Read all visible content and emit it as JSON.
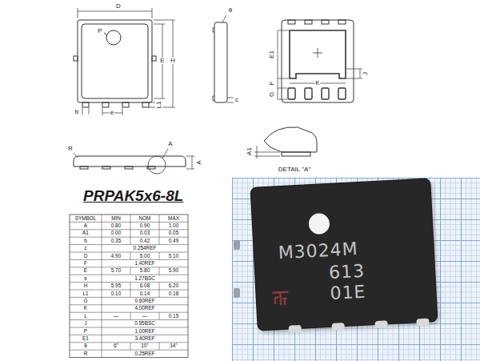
{
  "diagram": {
    "title": "PRPAK5x6-8L",
    "nodes": [
      {
        "text": [
          "M3024M",
          "613",
          "01E"
        ]
      }
    ],
    "labels": [
      "D",
      "P",
      "E",
      "H",
      "b",
      "e",
      "L1",
      "θ",
      "c",
      "E1",
      "J",
      "K",
      "F",
      "G",
      "R",
      "A",
      "A",
      "A1",
      "DETAIL \"A\"",
      "SYMBOL",
      "MIN",
      "NOM",
      "MAX",
      "A",
      "0.80",
      "0.90",
      "1.00",
      "A1",
      "0.00",
      "0.03",
      "0.05",
      "b",
      "0.35",
      "0.42",
      "0.49",
      "c",
      "0.254REF",
      "D",
      "4.90",
      "5.00",
      "5.10",
      "F",
      "1.40REF",
      "E",
      "5.70",
      "5.80",
      "5.90",
      "e",
      "1.27BSC",
      "H",
      "5.95",
      "6.08",
      "6.20",
      "L1",
      "0.10",
      "0.14",
      "0.18",
      "G",
      "0.60REF",
      "K",
      "4.00REF",
      "L",
      "—",
      "—",
      "0.15",
      "J",
      "0.95BSC",
      "P",
      "1.00REF",
      "E1",
      "3.40REF",
      "θ",
      "6°",
      "10°",
      "14°",
      "R",
      "0.25REF"
    ]
  }
}
